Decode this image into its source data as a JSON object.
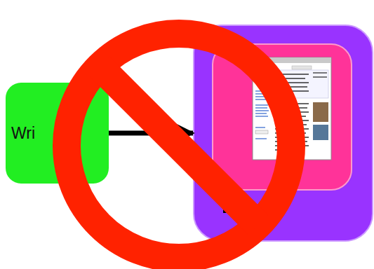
{
  "diagram": {
    "nodes": [
      {
        "text": [
          "Wri"
        ]
      },
      {
        "text": []
      },
      {
        "text": [],
        "in": 1
      }
    ],
    "edges": [
      {
        "from": 0,
        "to": 1,
        "arrow": "to"
      }
    ]
  }
}
